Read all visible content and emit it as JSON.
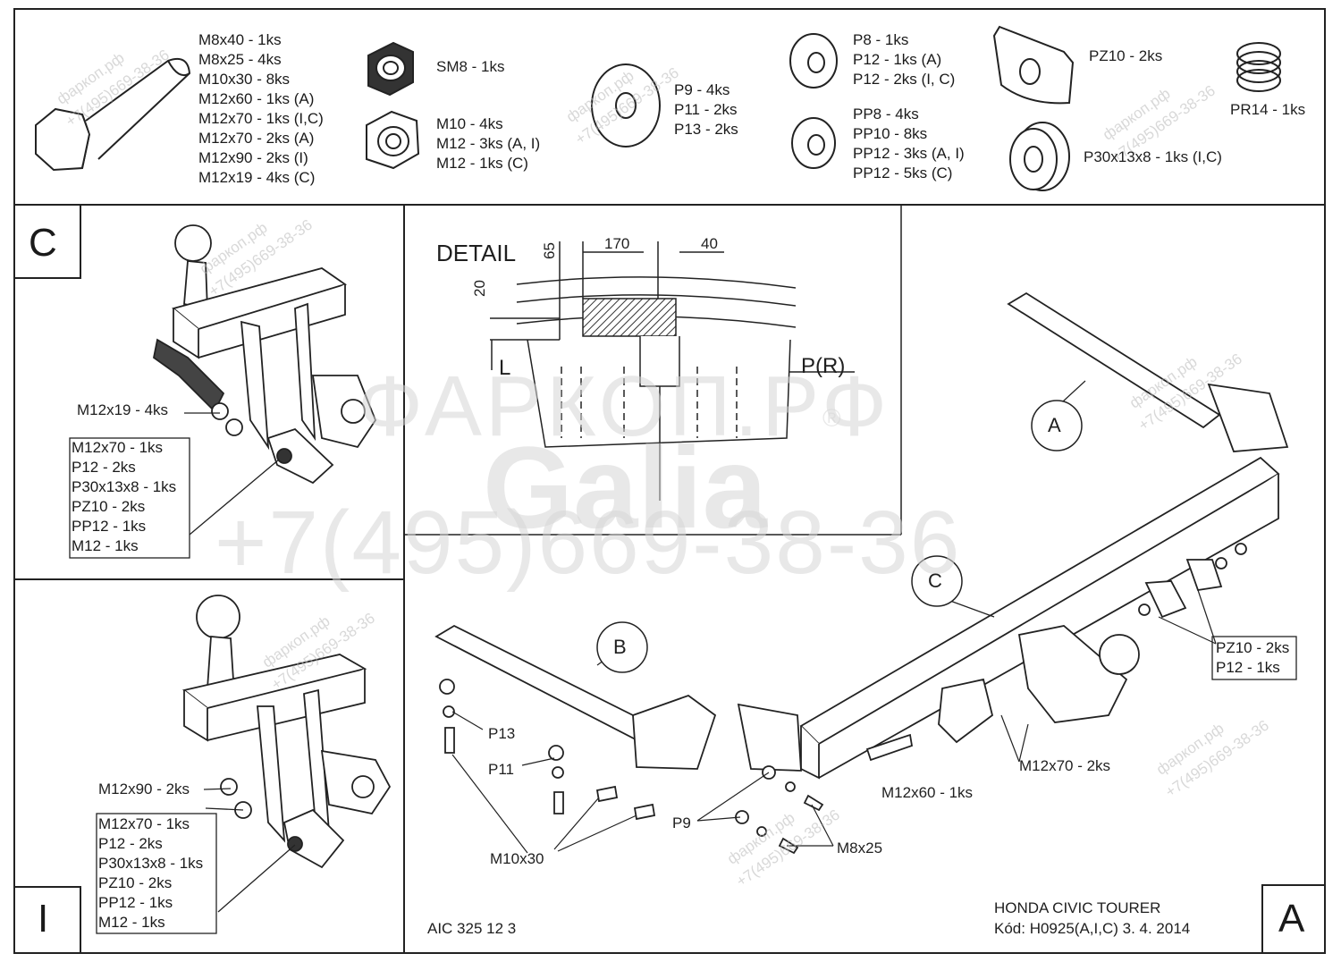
{
  "parts": {
    "bolts": [
      "M8x40 - 1ks",
      "M8x25 - 4ks",
      "M10x30 - 8ks",
      "M12x60 - 1ks (A)",
      "M12x70 - 1ks (I,C)",
      "M12x70 - 2ks (A)",
      "M12x90 - 2ks (I)",
      "M12x19 - 4ks (C)"
    ],
    "nut_sm": "SM8 - 1ks",
    "nuts": [
      "M10 - 4ks",
      "M12 - 3ks (A, I)",
      "M12 - 1ks (C)"
    ],
    "washers_p_large": [
      "P9 - 4ks",
      "P11 - 2ks",
      "P13 - 2ks"
    ],
    "washers_p": [
      "P8 - 1ks",
      "P12 - 1ks (A)",
      "P12 - 2ks (I, C)"
    ],
    "washers_pp": [
      "PP8 - 4ks",
      "PP10 - 8ks",
      "PP12 - 3ks (A, I)",
      "PP12 - 5ks (C)"
    ],
    "pz10": "PZ10 - 2ks",
    "p30": "P30x13x8 - 1ks (I,C)",
    "pr14": "PR14 - 1ks"
  },
  "panel_c": {
    "letter": "C",
    "callout": "M12x19 - 4ks",
    "list": [
      "M12x70 - 1ks",
      "P12 - 2ks",
      "P30x13x8 - 1ks",
      "PZ10 - 2ks",
      "PP12 - 1ks",
      "M12 - 1ks"
    ]
  },
  "panel_i": {
    "letter": "I",
    "callout": "M12x90 - 2ks",
    "list": [
      "M12x70 - 1ks",
      "P12 - 2ks",
      "P30x13x8 - 1ks",
      "PZ10 - 2ks",
      "PP12 - 1ks",
      "M12 - 1ks"
    ]
  },
  "detail": {
    "title": "DETAIL",
    "dim_170": "170",
    "dim_40": "40",
    "dim_65": "65",
    "dim_20": "20",
    "label_l": "L",
    "label_p": "P(R)"
  },
  "main": {
    "label_a": "A",
    "label_b": "B",
    "label_c": "C",
    "callout_pz_p": [
      "PZ10 - 2ks",
      "P12 - 1ks"
    ],
    "m12x70": "M12x70 - 2ks",
    "m12x60": "M12x60 - 1ks",
    "m8x25": "M8x25",
    "p9": "P9",
    "m10x30": "M10x30",
    "p11": "P11",
    "p13": "P13",
    "corner_letter": "A"
  },
  "footer": {
    "code": "AIC 325 12 3",
    "model": "HONDA CIVIC TOURER",
    "kod": "Kód: H0925(A,I,C)  3. 4. 2014"
  },
  "watermark": {
    "phone_small": "+7(495)669-38-36",
    "site": "фаркоп.рф",
    "brand_ru": "ФАРКОП.РФ",
    "brand": "Galia",
    "phone_big": "+7(495)669-38-36",
    "reg_mark": "®"
  }
}
